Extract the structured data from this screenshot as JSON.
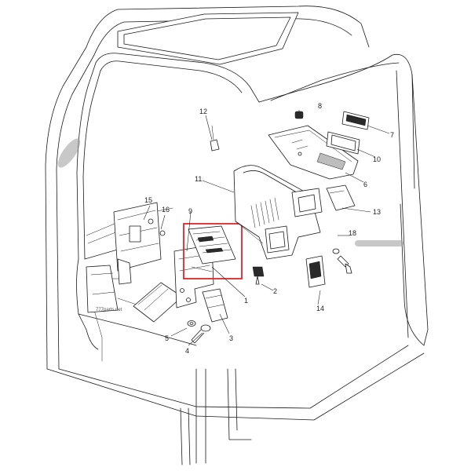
{
  "diagram": {
    "callouts": [
      "1",
      "2",
      "3",
      "4",
      "5",
      "6",
      "7",
      "8",
      "9",
      "10",
      "11",
      "12",
      "13",
      "14",
      "15",
      "16",
      "18"
    ],
    "watermark": "777parts.net",
    "highlight_color": "#e0262b"
  }
}
